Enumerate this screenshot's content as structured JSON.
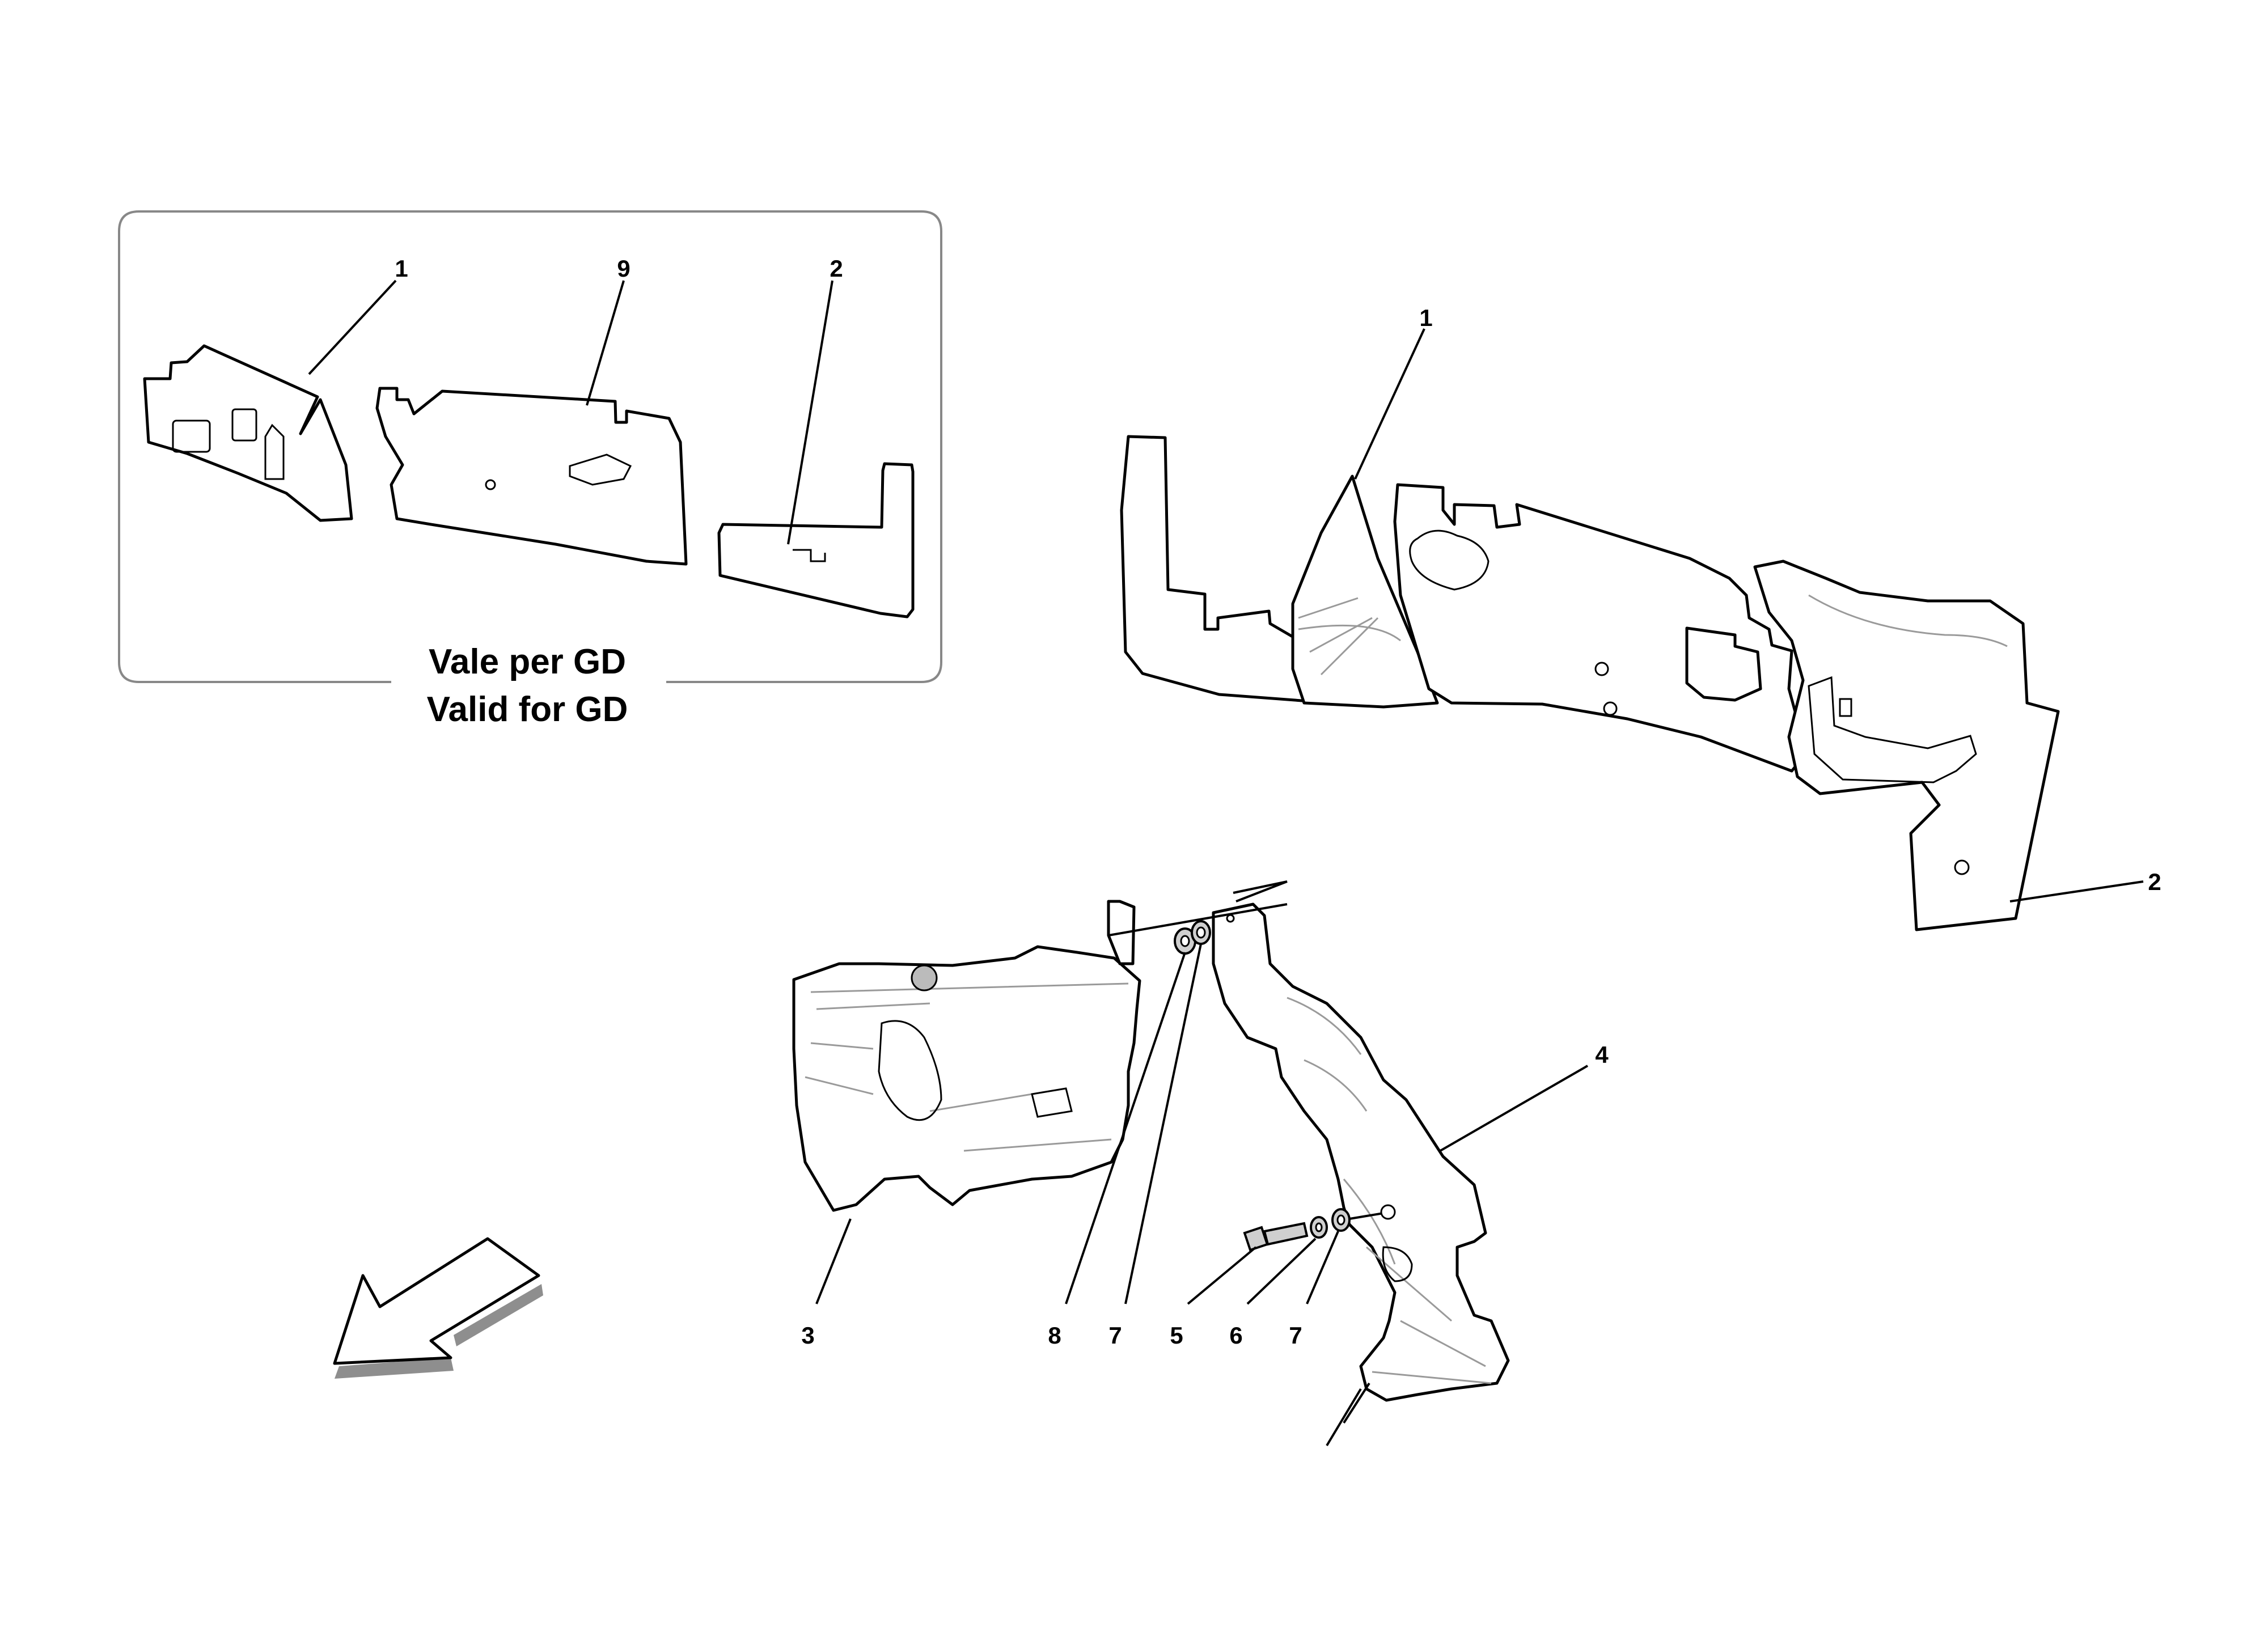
{
  "inset": {
    "caption_line1": "Vale per GD",
    "caption_line2": "Valid for GD",
    "callouts": [
      "1",
      "9",
      "2"
    ]
  },
  "main_callouts": {
    "top_panel_left": "1",
    "top_panel_right": "2",
    "insulation_left": "3",
    "insulation_right": "4",
    "screw": "5",
    "washer": "6",
    "nut_lower": "7",
    "nut_upper": "7",
    "washer_upper": "8"
  }
}
